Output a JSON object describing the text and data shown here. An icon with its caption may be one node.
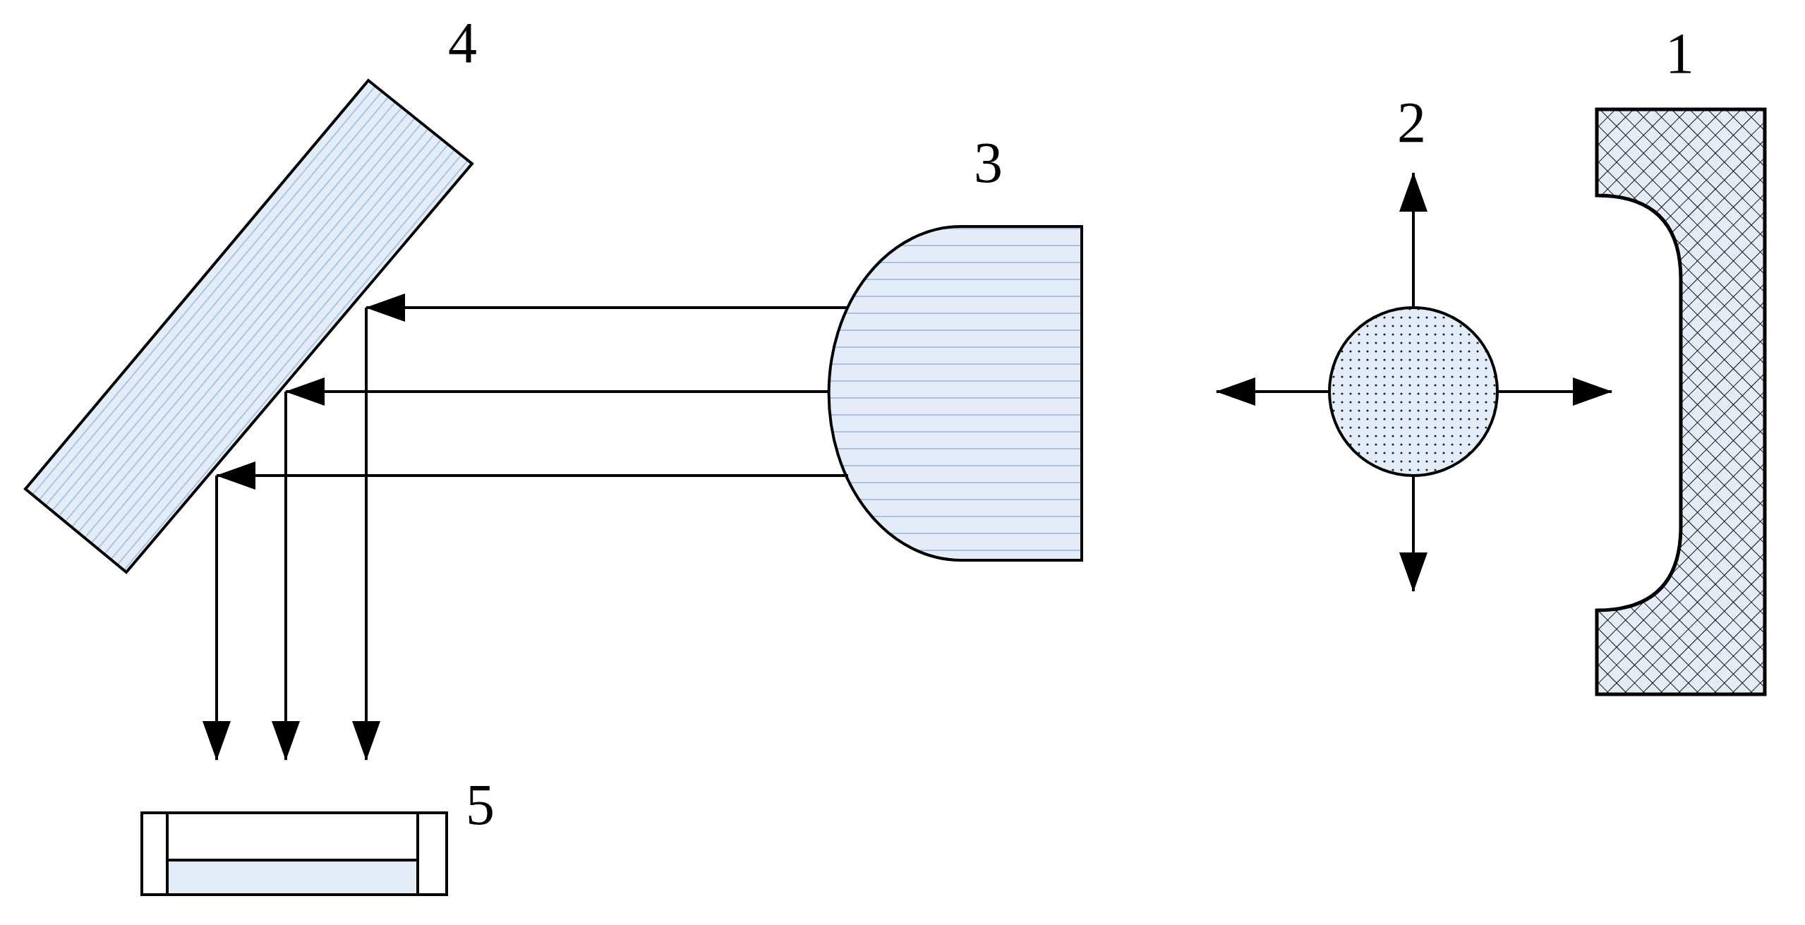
{
  "diagram": {
    "nodes": [
      {
        "text": [
          "4"
        ]
      },
      {
        "text": [
          "1"
        ]
      },
      {
        "text": [
          "2"
        ]
      },
      {
        "text": [
          "3"
        ]
      },
      {
        "text": [
          "5"
        ]
      }
    ],
    "edges": [
      {
        "from": 3,
        "to": 0,
        "arrow": "to"
      },
      {
        "from": 3,
        "to": 0,
        "arrow": "to"
      },
      {
        "from": 3,
        "to": 0,
        "arrow": "to"
      },
      {
        "from": 0,
        "to": 4,
        "arrow": "to"
      },
      {
        "from": 0,
        "to": 4,
        "arrow": "to"
      },
      {
        "from": 0,
        "to": 4,
        "arrow": "to"
      }
    ]
  }
}
